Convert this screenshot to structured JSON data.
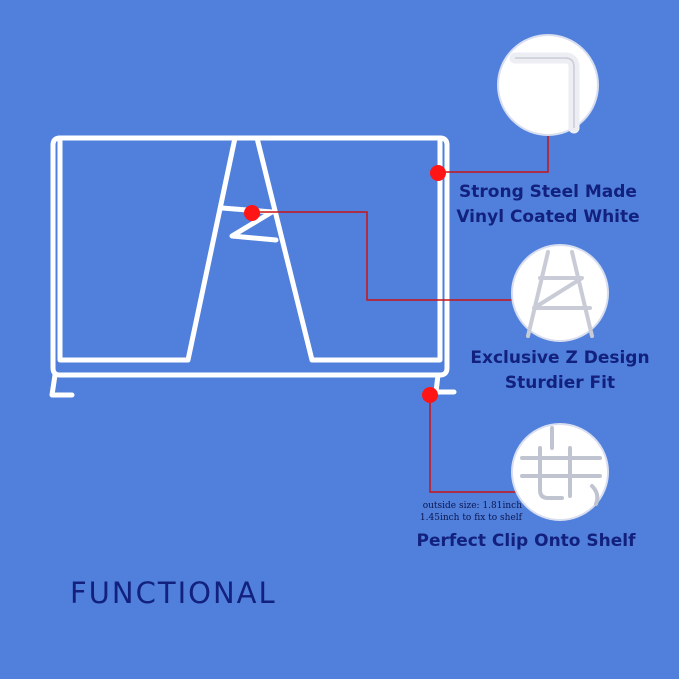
{
  "features": [
    {
      "line1": "Strong Steel Made",
      "line2": "Vinyl Coated White"
    },
    {
      "line1": "Exclusive Z Design",
      "line2": "Sturdier Fit"
    },
    {
      "line1": "Perfect Clip Onto Shelf"
    }
  ],
  "size_note": {
    "line1": "outside size: 1.81inch",
    "line2": "1.45inch to fix to shelf"
  },
  "brand_text": "FUNCTIONAL",
  "colors": {
    "background": "#5080dc",
    "label_text": "#13217e",
    "wire": "#ffffff",
    "callout_dot": "#ff1515",
    "leader_line": "#c81414"
  },
  "icons": [
    "shelf-divider-wire",
    "corner-detail-magnifier",
    "z-brace-detail-magnifier",
    "shelf-clip-detail-magnifier"
  ]
}
